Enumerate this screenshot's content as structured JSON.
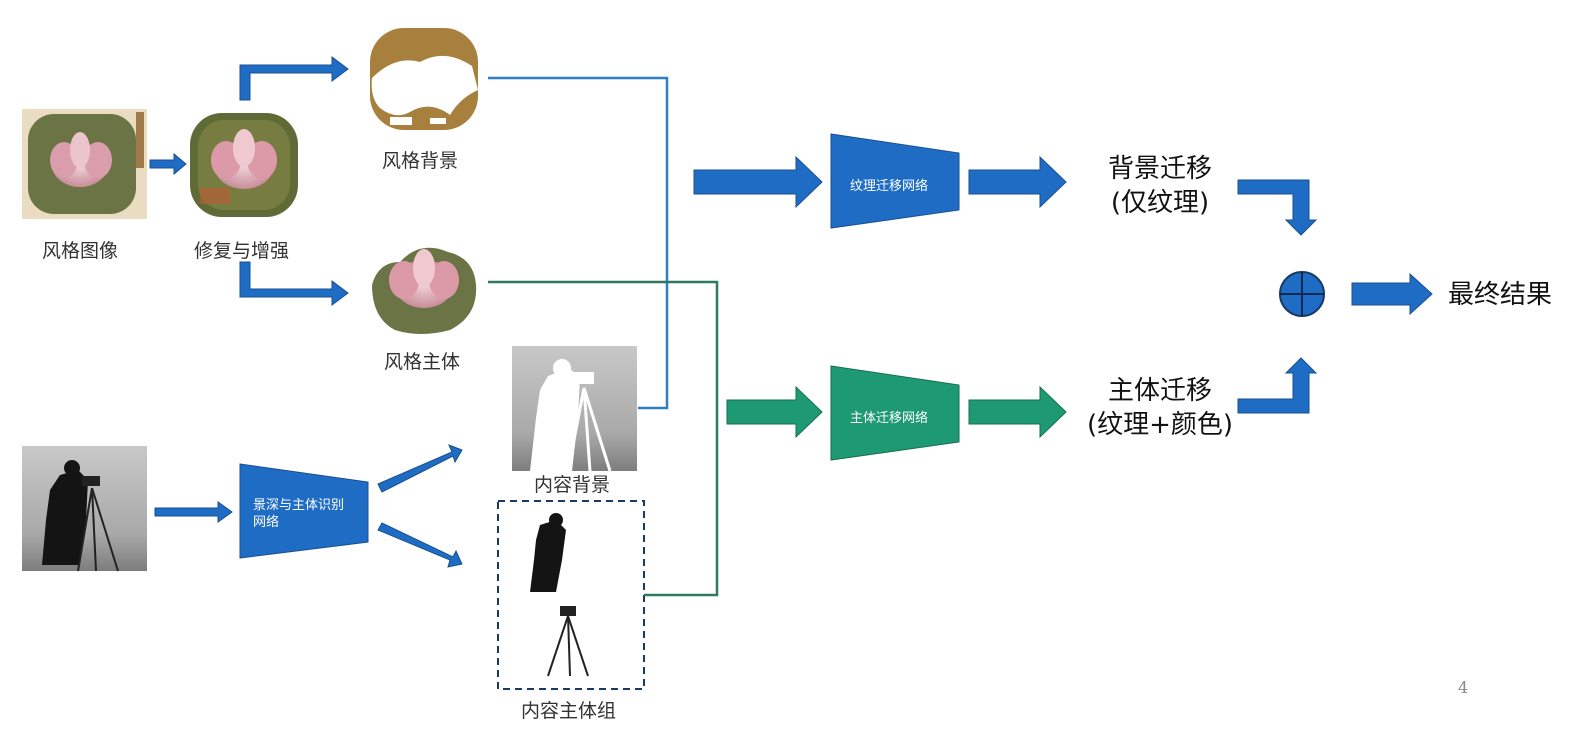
{
  "labels": {
    "style_image": "风格图像",
    "restore_enhance": "修复与增强",
    "style_background": "风格背景",
    "style_subject": "风格主体",
    "content_background": "内容背景",
    "content_subject_group": "内容主体组"
  },
  "networks": {
    "depth_net_line1": "景深与主体识别",
    "depth_net_line2": "网络",
    "texture_net": "纹理迁移网络",
    "subject_net": "主体迁移网络"
  },
  "outputs": {
    "bg_transfer_line1": "背景迁移",
    "bg_transfer_line2": "(仅纹理)",
    "subject_transfer_line1": "主体迁移",
    "subject_transfer_line2": "(纹理+颜色)",
    "final_result": "最终结果"
  },
  "page_number": "4",
  "colors": {
    "blue": "#1f6cc4",
    "blue_dark": "#1a4f8f",
    "green": "#1e9a72",
    "green_dark": "#176e52",
    "line_blue": "#2f7fc8",
    "line_green": "#2e7a60",
    "painting_bg": "#e8dcc0",
    "painting_frame": "#5e6a3a",
    "lotus": "#e2aeb8",
    "gold": "#a8803e"
  },
  "icons": {
    "combine": "circle-plus-icon"
  }
}
